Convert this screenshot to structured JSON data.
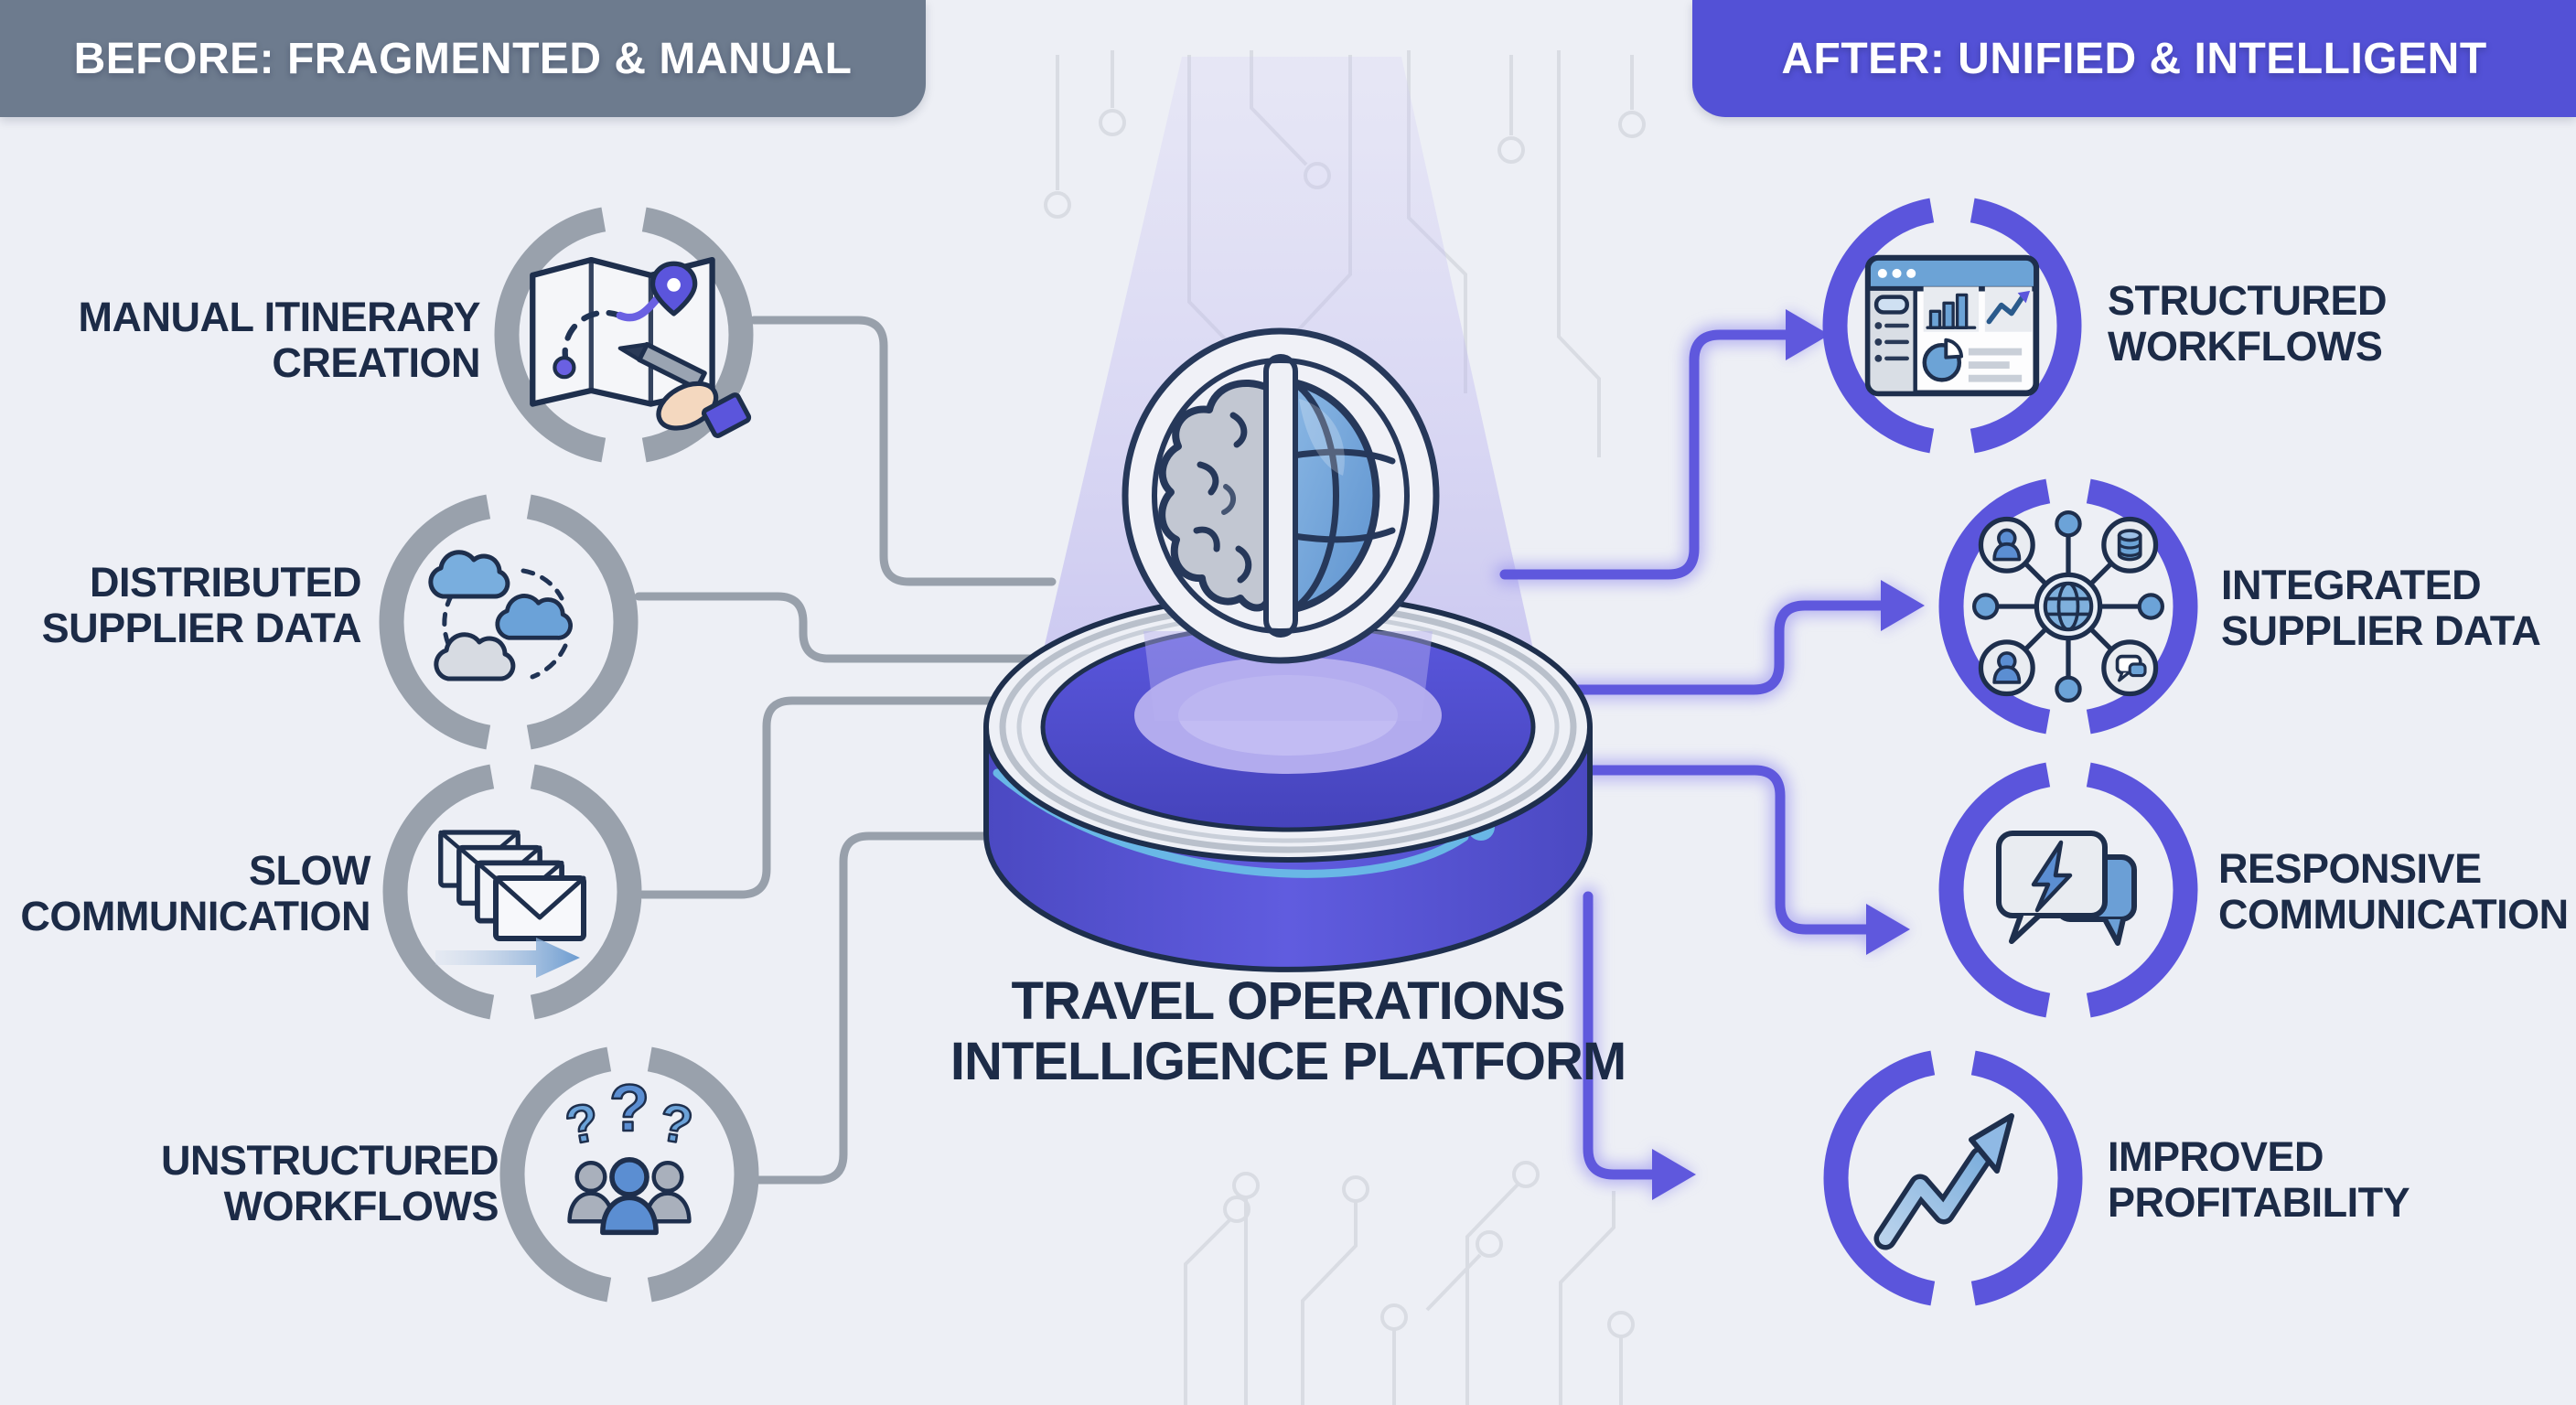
{
  "banners": {
    "before": "BEFORE: FRAGMENTED & MANUAL",
    "after": "AFTER: UNIFIED & INTELLIGENT"
  },
  "center": {
    "title_line1": "TRAVEL OPERATIONS",
    "title_line2": "INTELLIGENCE PLATFORM",
    "illustration": "holographic platform pedestal projecting a half-brain / half-globe emblem inside a light beam"
  },
  "left_items": [
    {
      "id": "manual-itinerary-creation",
      "line1": "MANUAL ITINERARY",
      "line2": "CREATION",
      "icon": "map-route-pen"
    },
    {
      "id": "distributed-supplier-data",
      "line1": "DISTRIBUTED",
      "line2": "SUPPLIER DATA",
      "icon": "scattered-clouds"
    },
    {
      "id": "slow-communication",
      "line1": "SLOW",
      "line2": "COMMUNICATION",
      "icon": "stacked-envelopes-arrow"
    },
    {
      "id": "unstructured-workflows",
      "line1": "UNSTRUCTURED",
      "line2": "WORKFLOWS",
      "icon": "people-question-marks"
    }
  ],
  "right_items": [
    {
      "id": "structured-workflows",
      "line1": "STRUCTURED",
      "line2": "WORKFLOWS",
      "icon": "dashboard-charts"
    },
    {
      "id": "integrated-supplier-data",
      "line1": "INTEGRATED",
      "line2": "SUPPLIER DATA",
      "icon": "network-hub-globe"
    },
    {
      "id": "responsive-communication",
      "line1": "RESPONSIVE",
      "line2": "COMMUNICATION",
      "icon": "chat-lightning"
    },
    {
      "id": "improved-profitability",
      "line1": "IMPROVED",
      "line2": "PROFITABILITY",
      "icon": "growth-zigzag-arrow"
    }
  ],
  "colors": {
    "background": "#edeff5",
    "before_banner": "#6d7b8e",
    "after_banner": "#5351d6",
    "before_ring": "#99a1ac",
    "after_ring": "#5b55dc",
    "connector_gray": "#98a0ab",
    "connector_purple": "#5f58dd",
    "outline_navy": "#1e2f4d",
    "text": "#1c2b47",
    "icon_blue": "#6ca3d6",
    "platform_blue": "#5450d0",
    "beam_lavender": "#b7b0ee",
    "accent_cyan": "#69b7e6"
  }
}
